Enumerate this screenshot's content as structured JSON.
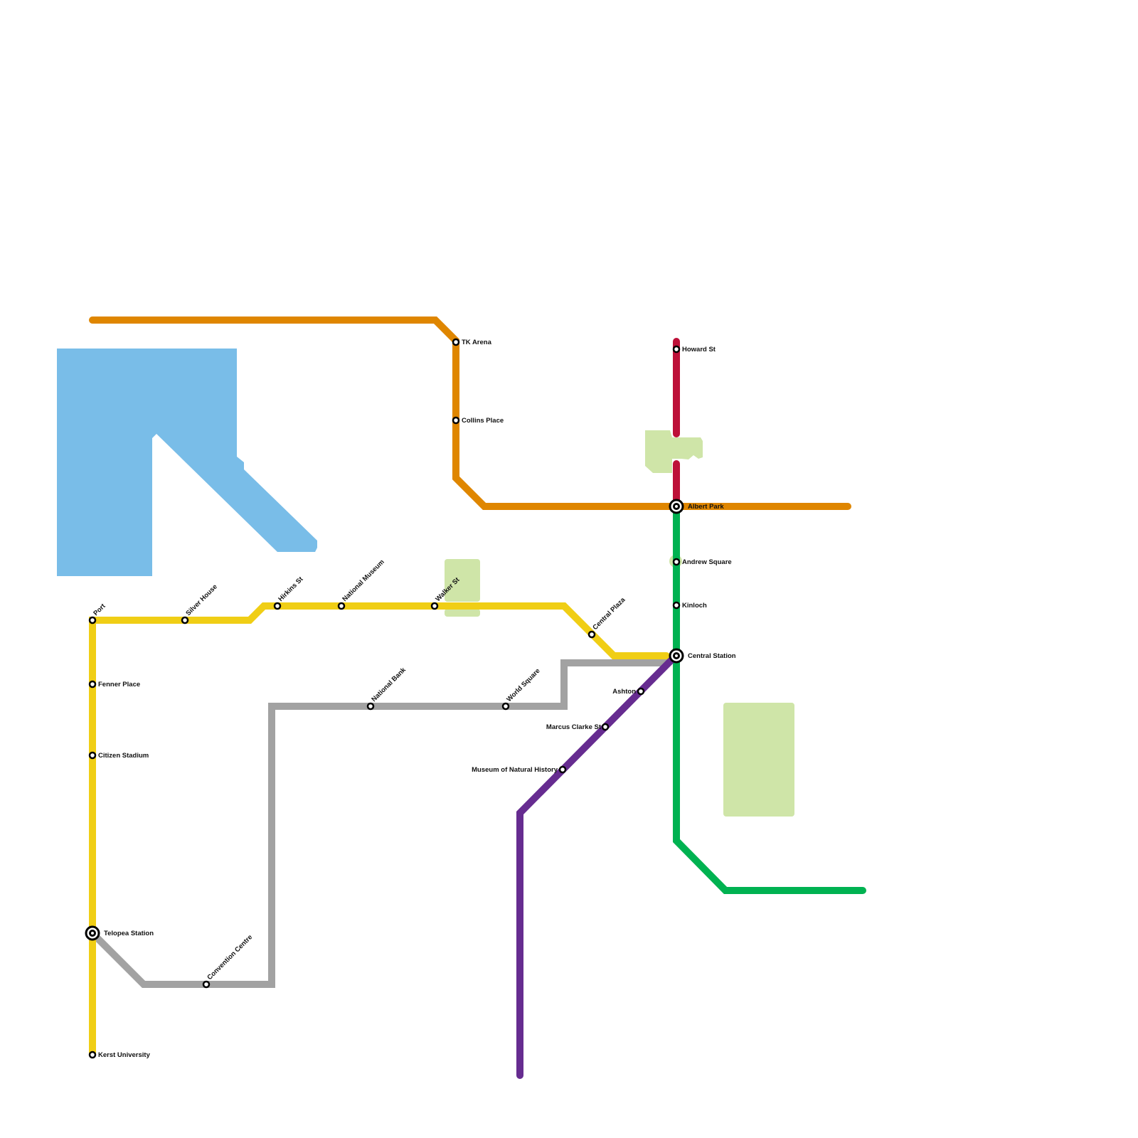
{
  "map_title": "Transit network map",
  "colors": {
    "water": "#79bde8",
    "park": "#cfe5a8",
    "orange": "#df8600",
    "yellow": "#f0ce15",
    "grey": "#a2a2a2",
    "purple": "#662c90",
    "green": "#00b251",
    "crimson": "#bd1038"
  },
  "lines": [
    {
      "id": "orange",
      "name": "Orange Line",
      "color": "#df8600"
    },
    {
      "id": "yellow",
      "name": "Yellow Line",
      "color": "#f0ce15"
    },
    {
      "id": "grey",
      "name": "Grey Line",
      "color": "#a2a2a2"
    },
    {
      "id": "purple",
      "name": "Purple Line",
      "color": "#662c90"
    },
    {
      "id": "green",
      "name": "Green Line",
      "color": "#00b251"
    },
    {
      "id": "crimson",
      "name": "Crimson Line",
      "color": "#bd1038"
    }
  ],
  "stations": {
    "tk_arena": "TK Arena",
    "collins_place": "Collins Place",
    "howard_st": "Howard St",
    "albert_park": "Albert Park",
    "andrew_square": "Andrew Square",
    "kinloch": "Kinloch",
    "central_station": "Central Station",
    "port": "Port",
    "silver_house": "Silver House",
    "hirkins_st": "Hirkins St",
    "national_museum": "National Museum",
    "walker_st": "Walker St",
    "central_plaza": "Central Plaza",
    "fenner_place": "Fenner Place",
    "citizen_stadium": "Citizen Stadium",
    "telopea_station": "Telopea Station",
    "kerst_university": "Kerst University",
    "convention_centre": "Convention Centre",
    "national_bank": "National Bank",
    "world_square": "World Square",
    "ashton": "Ashton",
    "marcus_clarke_st": "Marcus Clarke St",
    "museum_natural_history": "Museum of Natural History"
  }
}
